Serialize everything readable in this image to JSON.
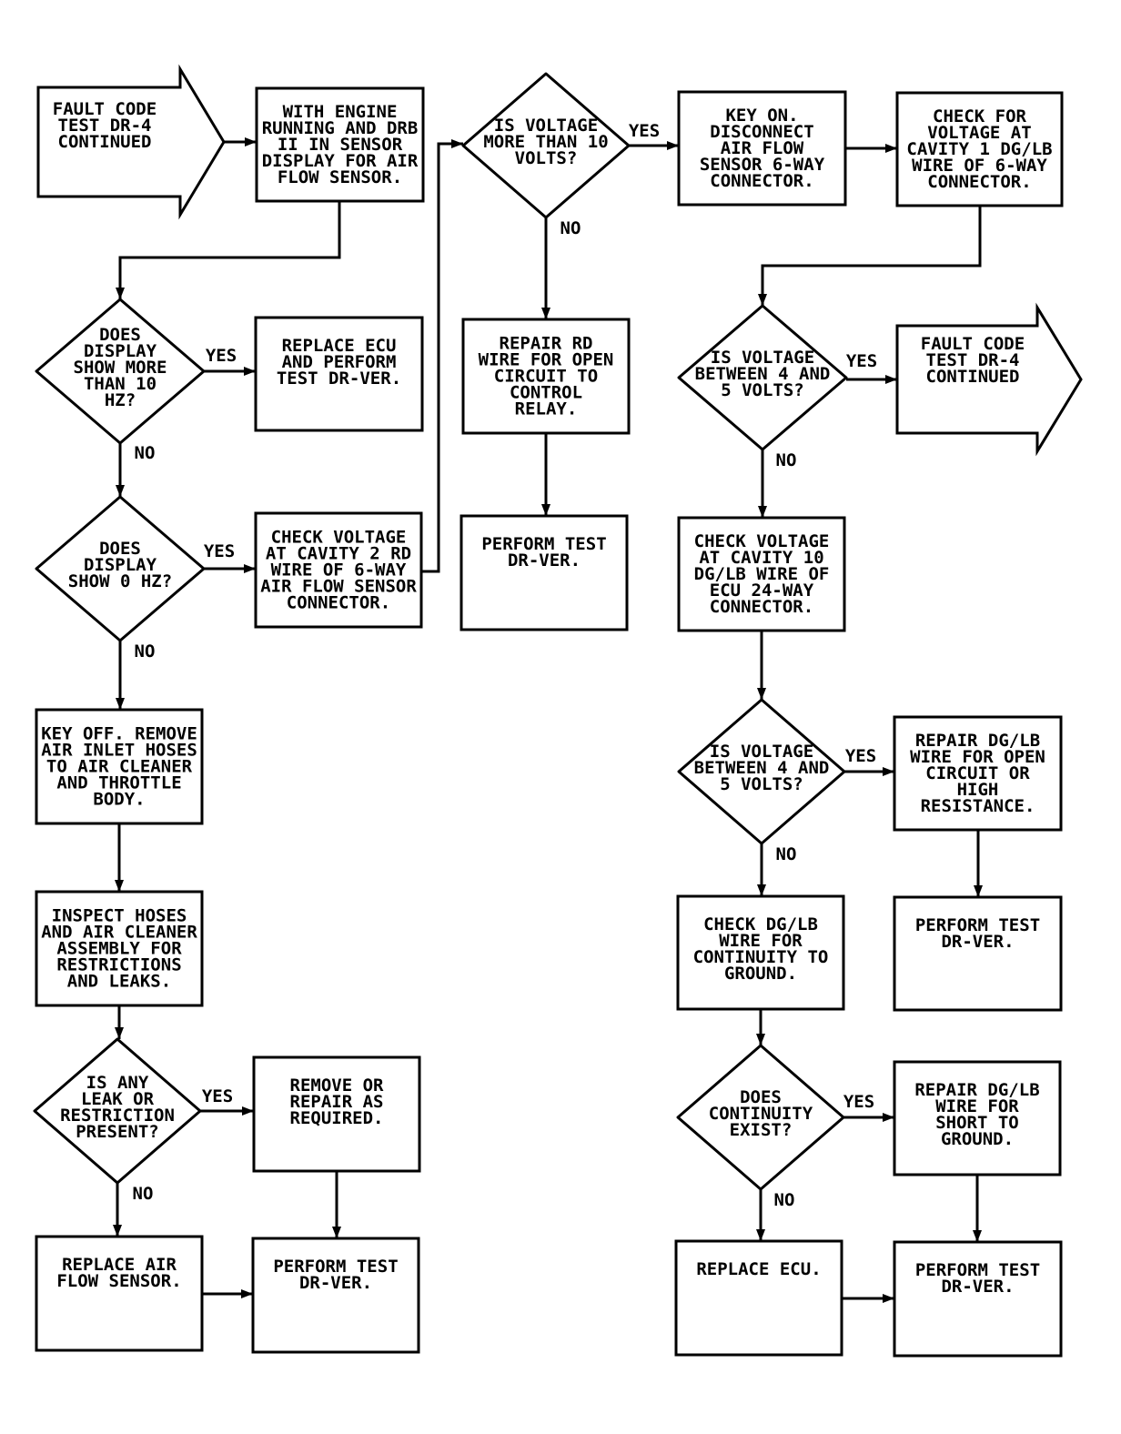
{
  "labels": {
    "yes": "YES",
    "no": "NO"
  },
  "nodes": {
    "start": [
      "FAULT CODE",
      "TEST DR-4",
      "CONTINUED"
    ],
    "engine_running": [
      "WITH ENGINE",
      "RUNNING AND DRB",
      "II IN SENSOR",
      "DISPLAY FOR AIR",
      "FLOW SENSOR."
    ],
    "display_more_10hz": [
      "DOES",
      "DISPLAY",
      "SHOW MORE",
      "THAN 10",
      "HZ?"
    ],
    "replace_ecu_perform": [
      "REPLACE ECU",
      "AND PERFORM",
      "TEST DR-VER."
    ],
    "display_0hz": [
      "DOES",
      "DISPLAY",
      "SHOW 0 HZ?"
    ],
    "check_voltage_cavity2": [
      "CHECK VOLTAGE",
      "AT CAVITY 2 RD",
      "WIRE OF 6-WAY",
      "AIR FLOW SENSOR",
      "CONNECTOR."
    ],
    "key_off_remove_hoses": [
      "KEY OFF. REMOVE",
      "AIR INLET HOSES",
      "TO AIR CLEANER",
      "AND THROTTLE",
      "BODY."
    ],
    "inspect_hoses": [
      "INSPECT HOSES",
      "AND AIR CLEANER",
      "ASSEMBLY FOR",
      "RESTRICTIONS",
      "AND LEAKS."
    ],
    "leak_present": [
      "IS ANY",
      "LEAK OR",
      "RESTRICTION",
      "PRESENT?"
    ],
    "remove_or_repair": [
      "REMOVE OR",
      "REPAIR AS",
      "REQUIRED."
    ],
    "replace_air_flow_sensor": [
      "REPLACE AIR",
      "FLOW SENSOR."
    ],
    "perform_test_1": [
      "PERFORM TEST",
      "DR-VER."
    ],
    "voltage_more_10v": [
      "IS VOLTAGE",
      "MORE THAN 10",
      "VOLTS?"
    ],
    "repair_rd_wire": [
      "REPAIR RD",
      "WIRE FOR OPEN",
      "CIRCUIT TO",
      "CONTROL",
      "RELAY."
    ],
    "perform_test_2": [
      "PERFORM TEST",
      "DR-VER."
    ],
    "key_on_disconnect": [
      "KEY ON.",
      "DISCONNECT",
      "AIR FLOW",
      "SENSOR 6-WAY",
      "CONNECTOR."
    ],
    "check_voltage_cavity1": [
      "CHECK FOR",
      "VOLTAGE AT",
      "CAVITY 1 DG/LB",
      "WIRE OF 6-WAY",
      "CONNECTOR."
    ],
    "voltage_between_4_5_a": [
      "IS VOLTAGE",
      "BETWEEN 4 AND",
      "5 VOLTS?"
    ],
    "end_continued": [
      "FAULT CODE",
      "TEST DR-4",
      "CONTINUED"
    ],
    "check_voltage_cavity10": [
      "CHECK VOLTAGE",
      "AT CAVITY 10",
      "DG/LB WIRE OF",
      "ECU 24-WAY",
      "CONNECTOR."
    ],
    "voltage_between_4_5_b": [
      "IS VOLTAGE",
      "BETWEEN 4 AND",
      "5 VOLTS?"
    ],
    "repair_dglb_open": [
      "REPAIR DG/LB",
      "WIRE FOR OPEN",
      "CIRCUIT OR",
      "HIGH",
      "RESISTANCE."
    ],
    "check_dglb_continuity": [
      "CHECK DG/LB",
      "WIRE FOR",
      "CONTINUITY TO",
      "GROUND."
    ],
    "perform_test_3": [
      "PERFORM TEST",
      "DR-VER."
    ],
    "continuity_exist": [
      "DOES",
      "CONTINUITY",
      "EXIST?"
    ],
    "repair_dglb_short": [
      "REPAIR DG/LB",
      "WIRE FOR",
      "SHORT TO",
      "GROUND."
    ],
    "replace_ecu": [
      "REPLACE ECU."
    ],
    "perform_test_4": [
      "PERFORM TEST",
      "DR-VER."
    ]
  }
}
